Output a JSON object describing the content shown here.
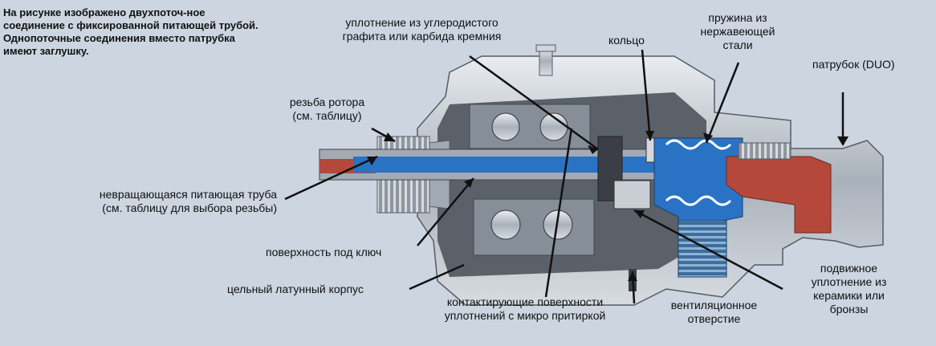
{
  "note": "На рисунке изображено двухпоточ-ное соединение с фиксированной питающей трубой. Однопоточные соединения вместо патрубка имеют заглушку.",
  "labels": {
    "seal_graphite": [
      "уплотнение из углеродистого",
      "графита или карбида кремния"
    ],
    "ring": "кольцо",
    "spring": [
      "пружина из",
      "нержавеющей",
      "стали"
    ],
    "nozzle": "патрубок (DUO)",
    "rotor_thread": [
      "резьба ротора",
      "(см. таблицу)"
    ],
    "supply_tube": [
      "невращающаяся питающая труба",
      "(см. таблицу для выбора резьбы)"
    ],
    "wrench_surface": "поверхность под ключ",
    "brass_body": "цельный латунный корпус",
    "contact_surfaces": [
      "контактирующие поверхности",
      "уплотнений с микро притиркой"
    ],
    "vent": [
      "вентиляционное",
      "отверстие"
    ],
    "moving_seal": [
      "подвижное",
      "уплотнение из",
      "керамики или",
      "бронзы"
    ]
  },
  "colors": {
    "background": "#ccd5e0",
    "flow": "#2a72c4",
    "metal": "#9aa3ad",
    "thread_red": "#b5483a"
  }
}
